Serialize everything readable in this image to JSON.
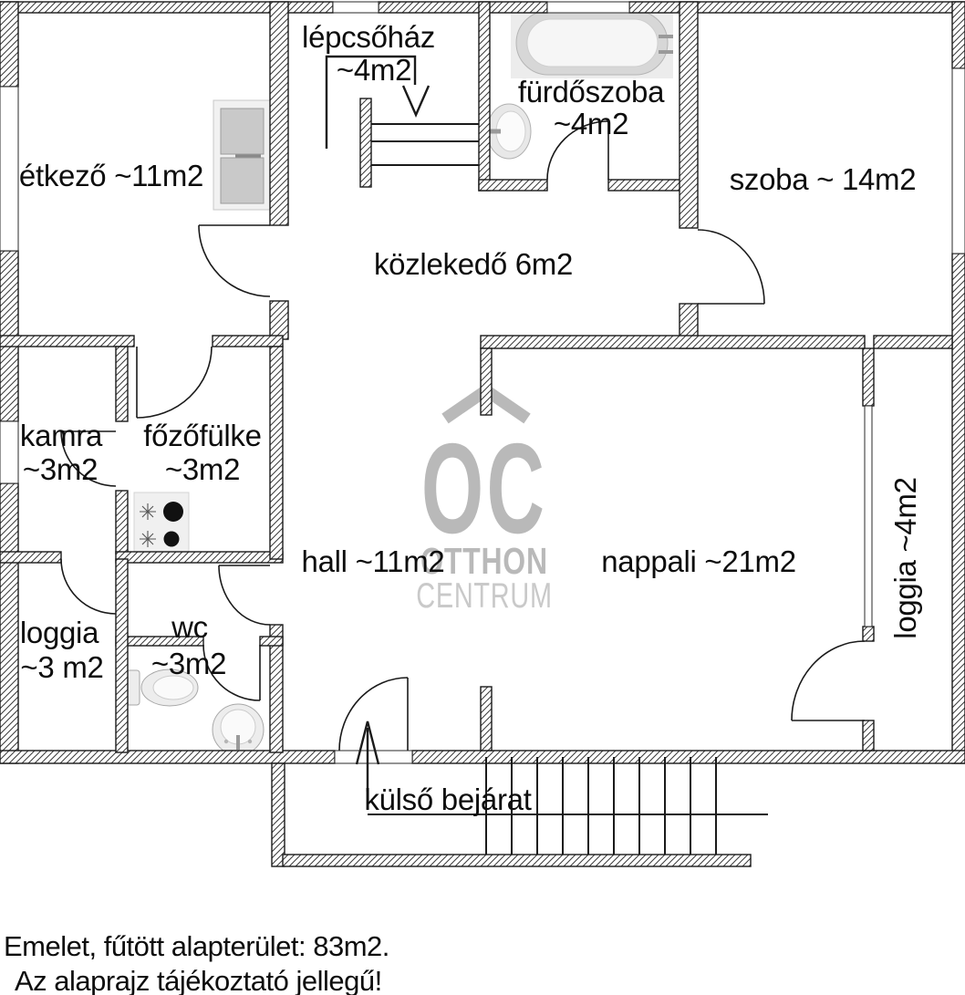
{
  "plan_title": "floor plan",
  "colors": {
    "line": "#1a1a1a",
    "watermark_gray": "#b9b9b9",
    "watermark_light_gray": "#c9c9c9",
    "background": "#ffffff"
  },
  "rooms": {
    "etkezo": {
      "label": "étkező ~11m2"
    },
    "lepcsohaz": {
      "name": "lépcsőház",
      "area": "~4m2"
    },
    "furdoszoba": {
      "name": "fürdőszoba",
      "area": "~4m2"
    },
    "szoba": {
      "label": "szoba ~ 14m2"
    },
    "kozlekedo": {
      "label": "közlekedő 6m2"
    },
    "kamra": {
      "name": "kamra",
      "area": "~3m2"
    },
    "fozofulke": {
      "name": "főzőfülke",
      "area": "~3m2"
    },
    "hall": {
      "label": "hall ~11m2"
    },
    "nappali": {
      "label": "nappali ~21m2"
    },
    "loggia_jobb": {
      "label": "loggia ~4m2"
    },
    "loggia_bal": {
      "name": "loggia",
      "area": "~3 m2"
    },
    "wc": {
      "name": "wc",
      "area": "~3m2"
    },
    "bejarat": {
      "label": "külső bejárat"
    }
  },
  "watermark": {
    "logo": "OC",
    "line1": "OTTHON",
    "line2": "CENTRUM"
  },
  "footer": {
    "line1": "Emelet, fűtött alapterület: 83m2.",
    "line2": "Az alaprajz tájékoztató jellegű!"
  }
}
